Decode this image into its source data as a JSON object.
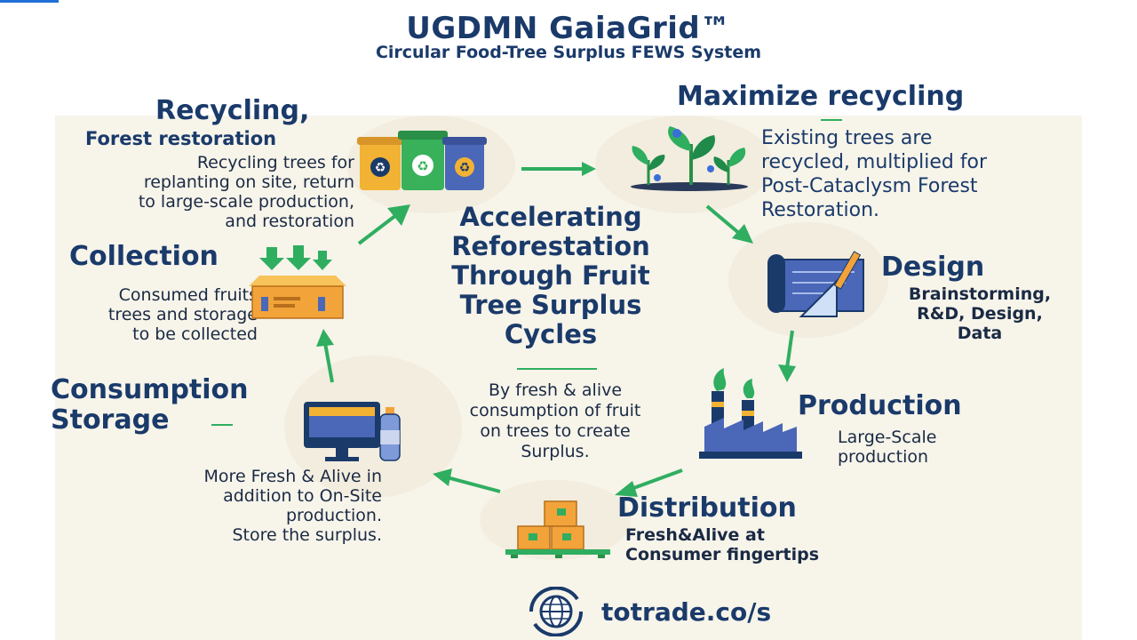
{
  "header": {
    "title": "UGDMN GaiaGrid™",
    "subtitle": "Circular Food-Tree Surplus FEWS System"
  },
  "center": {
    "title_lines": [
      "Accelerating",
      "Reforestation",
      "Through Fruit",
      "Tree Surplus",
      "Cycles"
    ],
    "desc_lines": [
      "By fresh & alive",
      "consumption of fruit",
      "on trees to create",
      "Surplus."
    ]
  },
  "stages": {
    "recycling": {
      "title": "Recycling,",
      "subtitle": "Forest restoration",
      "lines": [
        "Recycling trees for",
        "replanting on site,  return",
        "to large-scale production,",
        "and restoration"
      ],
      "icon": "recycling-bins-icon"
    },
    "maximize": {
      "title": "Maximize recycling",
      "lines": [
        "Existing trees are",
        "recycled, multiplied for",
        "Post-Cataclysm Forest",
        "Restoration."
      ],
      "icon": "seedlings-icon"
    },
    "design": {
      "title": "Design",
      "lines": [
        "Brainstorming,",
        "R&D, Design,",
        "Data"
      ],
      "icon": "blueprint-icon"
    },
    "production": {
      "title": "Production",
      "lines": [
        "Large-Scale",
        "production"
      ],
      "icon": "factory-icon"
    },
    "distribution": {
      "title": "Distribution",
      "lines": [
        "Fresh&Alive at",
        "Consumer fingertips"
      ],
      "icon": "crates-pallet-icon"
    },
    "consumption": {
      "title_lines": [
        "Consumption",
        "Storage"
      ],
      "lines": [
        "More Fresh &  Alive in",
        "addition to On-Site",
        "production.",
        "Store the surplus."
      ],
      "icon": "computer-bottle-icon"
    },
    "collection": {
      "title": "Collection",
      "lines": [
        "Consumed fruits",
        "trees and storage",
        "to be collected"
      ],
      "icon": "collection-box-icon"
    }
  },
  "footer": {
    "url": "totrade.co/s",
    "logo_icon": "globe-logo-icon"
  },
  "colors": {
    "navy": "#1a3a6a",
    "green": "#2fae60",
    "cream": "#f7f4ea",
    "orange": "#f2a33a"
  }
}
